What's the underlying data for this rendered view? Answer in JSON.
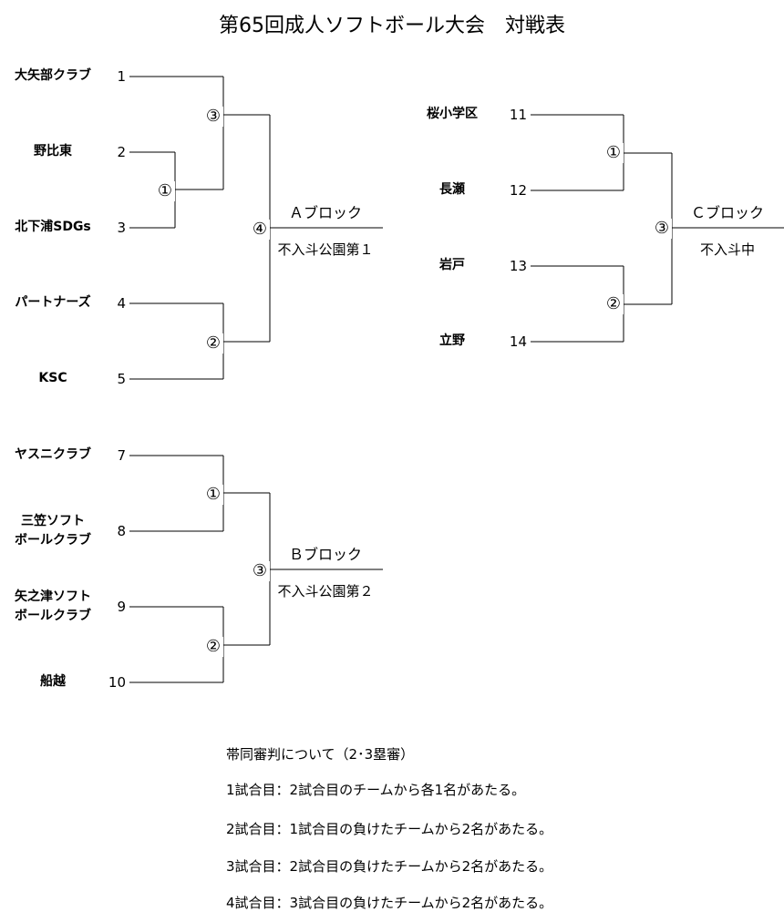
{
  "title": "第65回成人ソフトボール大会　対戦表",
  "blocks": {
    "A": {
      "name": "Ａブロック",
      "venue": "不入斗公園第１",
      "teams": [
        {
          "name": "大矢部クラブ",
          "seed": "1"
        },
        {
          "name": "野比東",
          "seed": "2"
        },
        {
          "name": "北下浦SDGs",
          "seed": "3"
        },
        {
          "name": "パートナーズ",
          "seed": "4"
        },
        {
          "name": "KSC",
          "seed": "5"
        }
      ],
      "matches": [
        "①",
        "②",
        "③",
        "④"
      ]
    },
    "B": {
      "name": "Ｂブロック",
      "venue": "不入斗公園第２",
      "teams": [
        {
          "name": "ヤスニクラブ",
          "seed": "7"
        },
        {
          "name": "三笠ソフト\nボールクラブ",
          "seed": "8"
        },
        {
          "name": "矢之津ソフト\nボールクラブ",
          "seed": "9"
        },
        {
          "name": "船越",
          "seed": "10"
        }
      ],
      "matches": [
        "①",
        "②",
        "③"
      ]
    },
    "C": {
      "name": "Ｃブロック",
      "venue": "不入斗中",
      "teams": [
        {
          "name": "桜小学区",
          "seed": "11"
        },
        {
          "name": "長瀬",
          "seed": "12"
        },
        {
          "name": "岩戸",
          "seed": "13"
        },
        {
          "name": "立野",
          "seed": "14"
        }
      ],
      "matches": [
        "①",
        "②",
        "③"
      ]
    }
  },
  "notes": [
    "帯同審判について（2･3塁審）",
    "1試合目：2試合目のチームから各1名があたる。",
    "2試合目：1試合目の負けたチームから2名があたる。",
    "3試合目：2試合目の負けたチームから2名があたる。",
    "4試合目：3試合目の負けたチームから2名があたる。"
  ]
}
